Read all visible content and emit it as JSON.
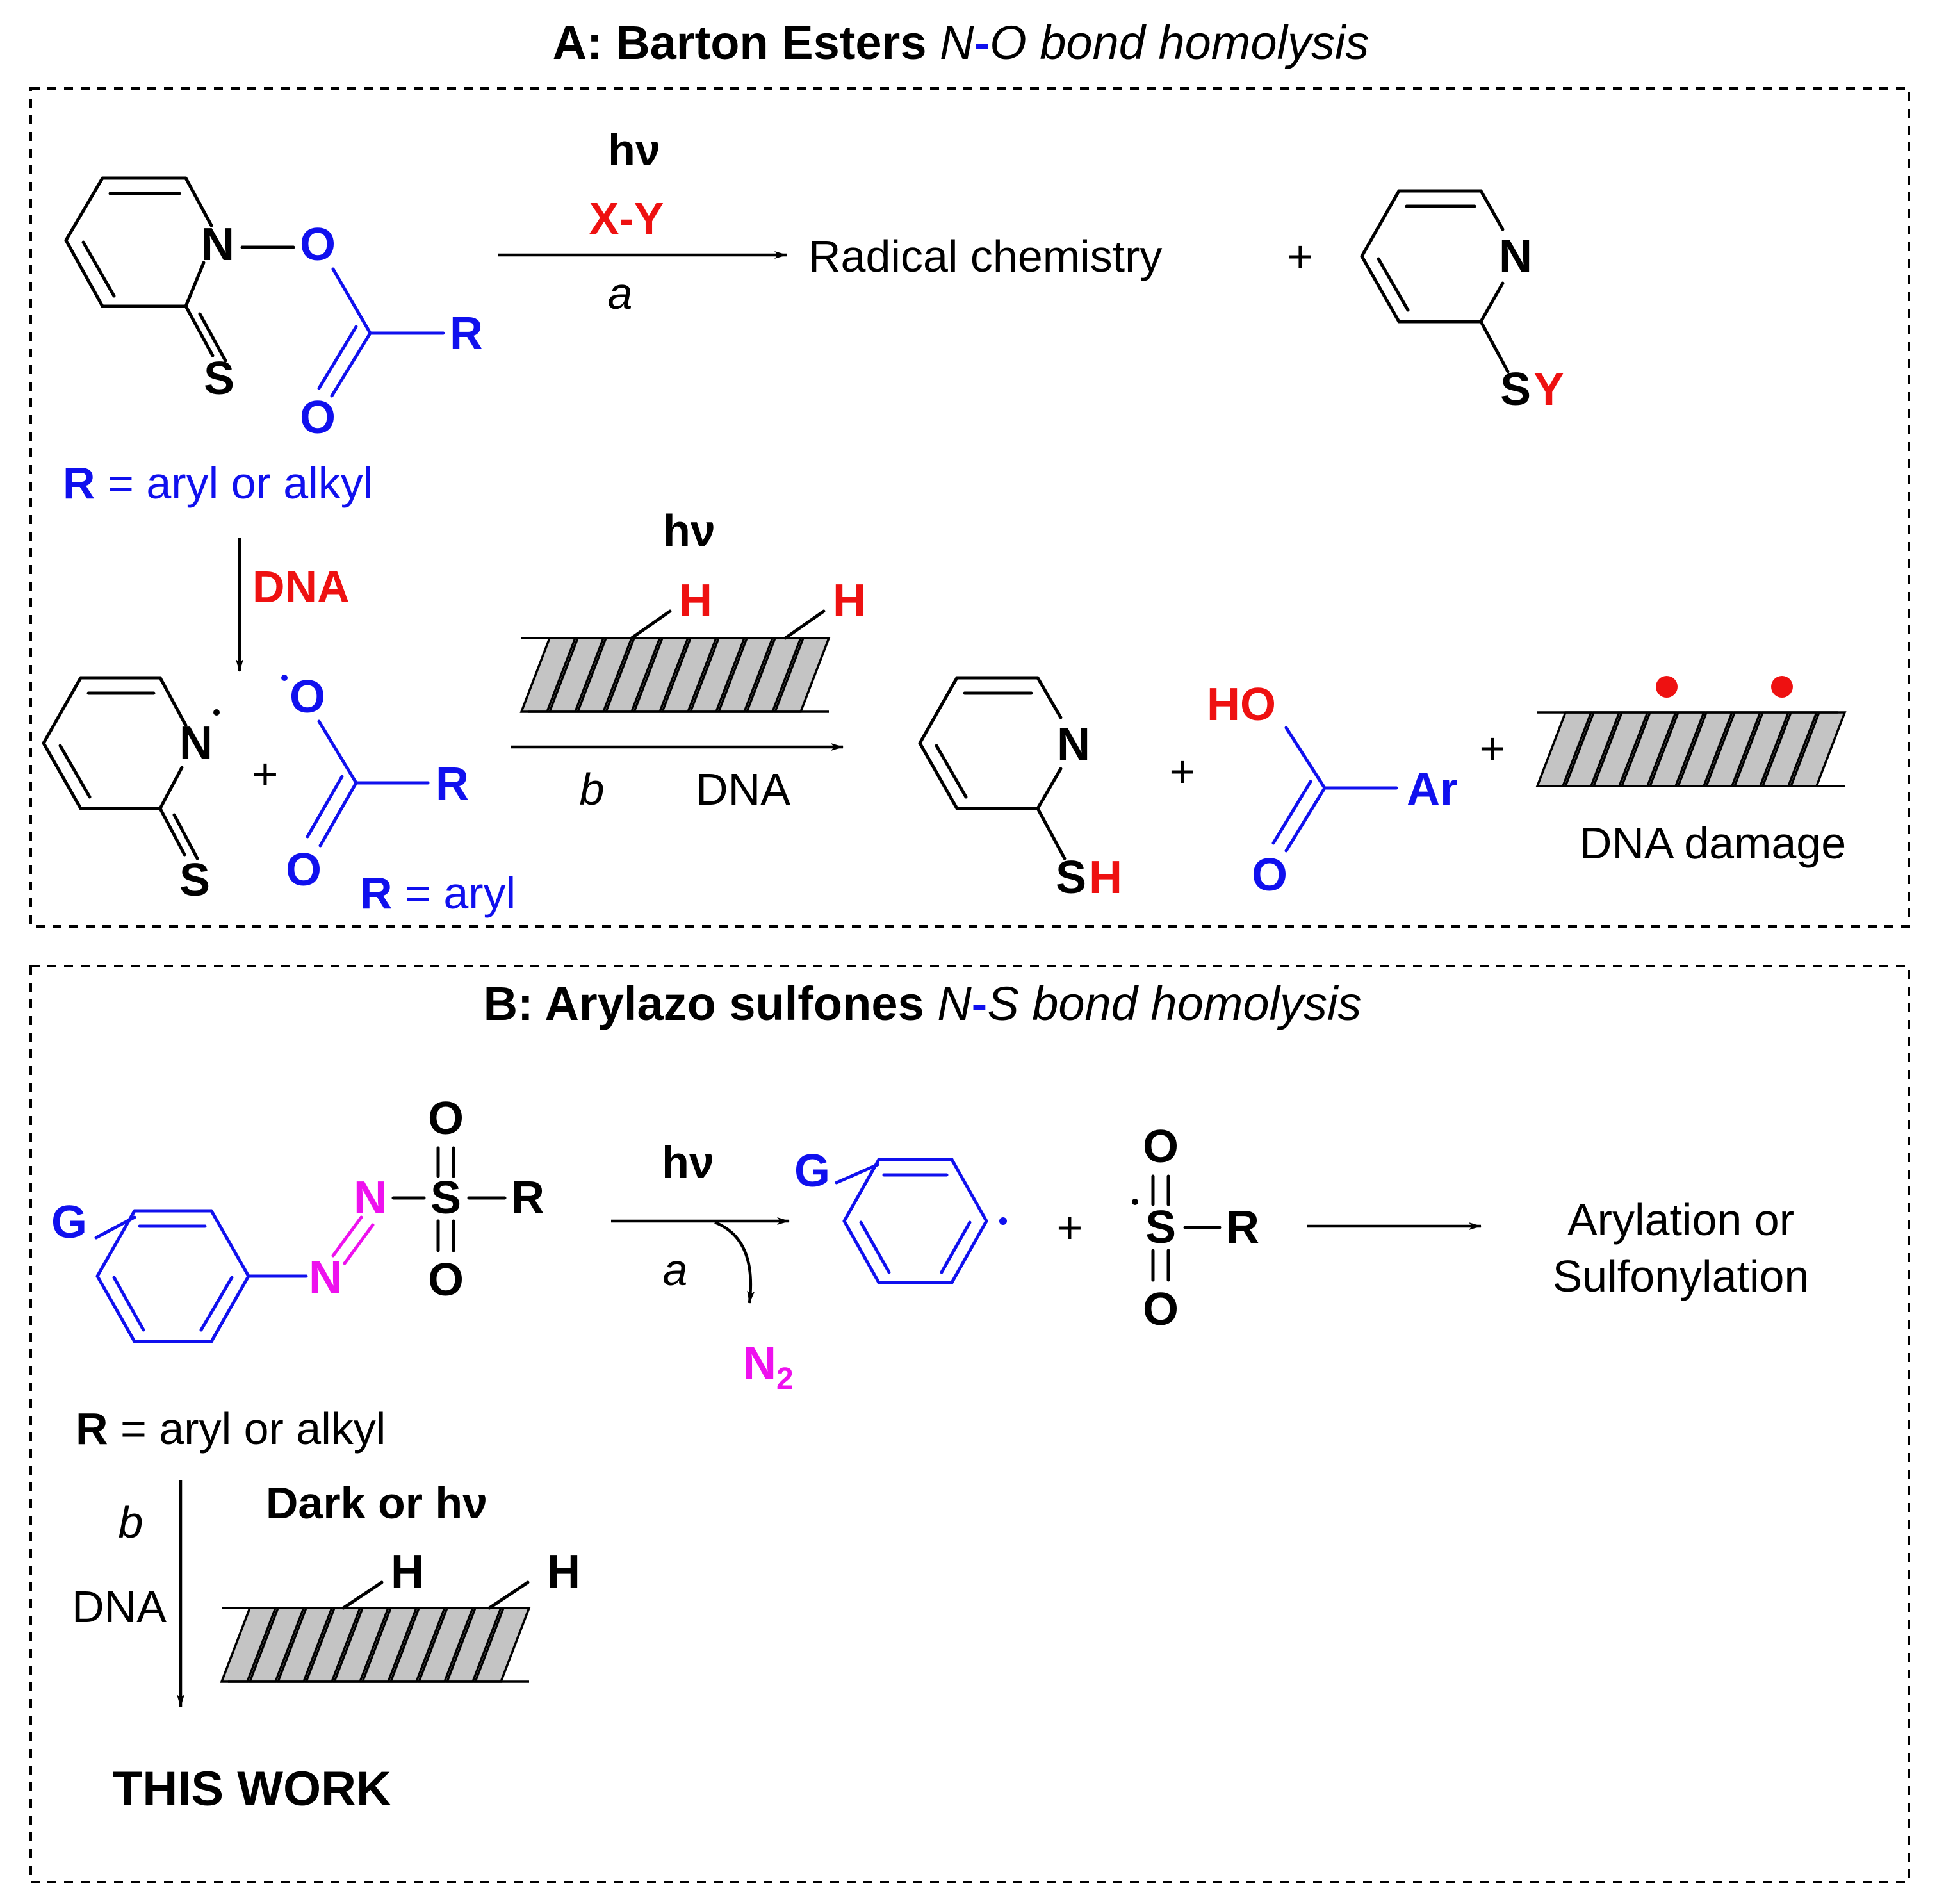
{
  "colors": {
    "black": "#000000",
    "blue": "#1010ee",
    "red": "#ee1111",
    "magenta": "#ee11ee",
    "helix_fill": "#c4c4c4"
  },
  "panel_a": {
    "title_bold": "A: Barton Esters",
    "title_italic_1": "N",
    "title_dash": "-",
    "title_italic_2": "O bond homolysis",
    "atoms": {
      "N": "N",
      "O": "O",
      "S": "S",
      "R": "R",
      "H": "H",
      "HO": "HO",
      "Ar": "Ar",
      "Y": "Y"
    },
    "reaction_a": {
      "condition_1": "hν",
      "condition_2": "X-Y",
      "label": "a",
      "product": "Radical chemistry",
      "plus": "+"
    },
    "r_def_bold": "R",
    "r_def_text": " = aryl or alkyl",
    "dna_arrow_label": "DNA",
    "radical_dot": "·",
    "plus": "+",
    "r_aryl_bold": "R",
    "r_aryl_text": " = aryl",
    "reaction_b": {
      "condition": "hν",
      "label": "b",
      "reagent": "DNA"
    },
    "dna_damage": "DNA damage"
  },
  "panel_b": {
    "title_bold": "B: Arylazo sulfones",
    "title_italic_1": "N",
    "title_dash": "-",
    "title_italic_2": "S bond homolysis",
    "atoms": {
      "G": "G",
      "N": "N",
      "S": "S",
      "O": "O",
      "R": "R",
      "H": "H"
    },
    "reaction_a": {
      "condition": "hν",
      "label": "a",
      "byproduct_main": "N",
      "byproduct_sub": "2"
    },
    "plus": "+",
    "radical_dot": "·",
    "product_line_1": "Arylation or",
    "product_line_2": "Sulfonylation",
    "r_def_bold": "R",
    "r_def_text": " = aryl or alkyl",
    "reaction_b": {
      "label": "b",
      "reagent": "DNA",
      "condition": "Dark or hν"
    },
    "this_work": "THIS WORK"
  }
}
